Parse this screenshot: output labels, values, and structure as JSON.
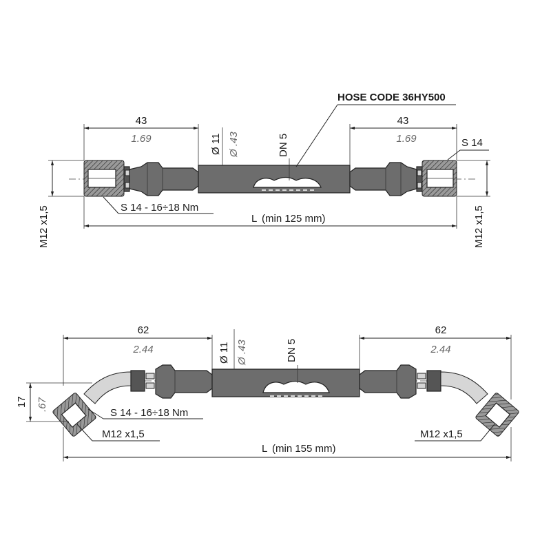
{
  "top": {
    "hose_code": "HOSE CODE 36HY500",
    "left_len_mm": "43",
    "left_len_in": "1.69",
    "right_len_mm": "43",
    "right_len_in": "1.69",
    "od_mm": "Ø 11",
    "od_in": "Ø .43",
    "dn": "DN 5",
    "s_right": "S 14",
    "torque": "S 14 - 16÷18 Nm",
    "length": "L",
    "length_note": "(min 125 mm)",
    "thread_left": "M12 x1,5",
    "thread_right": "M12 x1,5"
  },
  "bottom": {
    "left_len_mm": "62",
    "left_len_in": "2.44",
    "right_len_mm": "62",
    "right_len_in": "2.44",
    "od_mm": "Ø 11",
    "od_in": "Ø .43",
    "dn": "DN 5",
    "offset_mm": "17",
    "offset_in": ".67",
    "torque": "S 14 - 16÷18 Nm",
    "length": "L",
    "length_note": "(min 155 mm)",
    "thread_left": "M12 x1,5",
    "thread_right": "M12 x1,5"
  }
}
